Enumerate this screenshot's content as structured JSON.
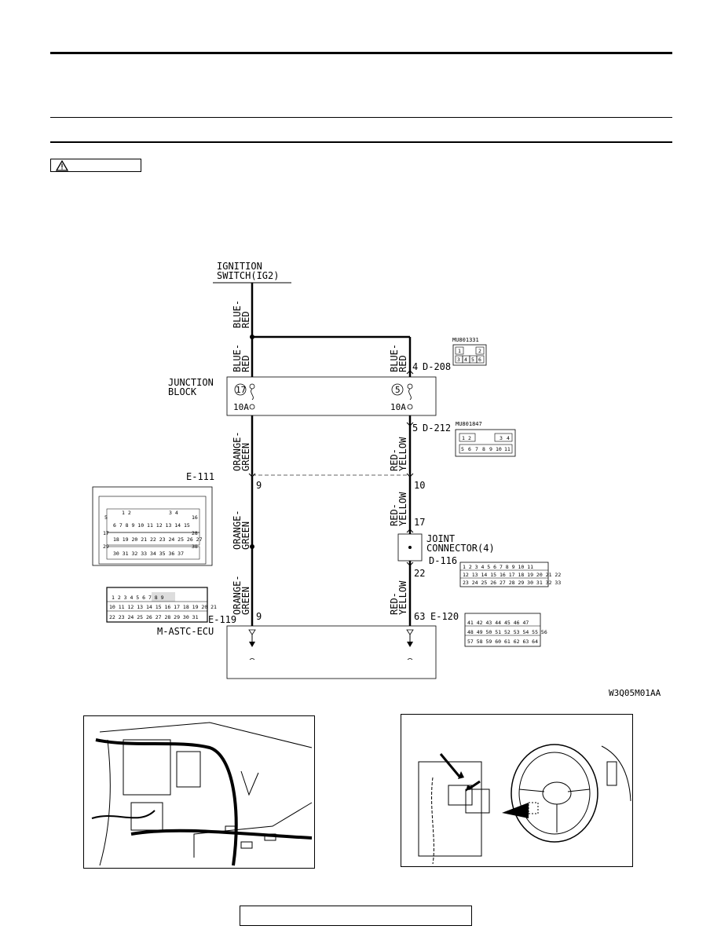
{
  "diagram": {
    "source": {
      "line1": "IGNITION",
      "line2": "SWITCH(IG2)"
    },
    "wires": {
      "blue_red_top": [
        "BLUE-",
        "RED"
      ],
      "blue_red_left": [
        "BLUE-",
        "RED"
      ],
      "blue_red_right": [
        "BLUE-",
        "RED"
      ],
      "orange_green_1": [
        "ORANGE-",
        "GREEN"
      ],
      "orange_green_2": [
        "ORANGE-",
        "GREEN"
      ],
      "orange_green_3": [
        "ORANGE-",
        "GREEN"
      ],
      "red_yellow_1": [
        "RED-",
        "YELLOW"
      ],
      "red_yellow_2": [
        "RED-",
        "YELLOW"
      ],
      "red_yellow_3": [
        "RED-",
        "YELLOW"
      ]
    },
    "junction_block": {
      "label1": "JUNCTION",
      "label2": "BLOCK",
      "fuse_left": "17",
      "fuse_right": "5",
      "rating_left": "10A",
      "rating_right": "10A"
    },
    "connectors": {
      "d208": {
        "pin": "4",
        "name": "D-208",
        "part": "MU801331"
      },
      "d212": {
        "pin": "5",
        "name": "D-212",
        "part": "MU801847"
      },
      "e111": {
        "name": "E-111",
        "pin_left": "9",
        "pin_right": "10"
      },
      "joint": {
        "label1": "JOINT",
        "label2": "CONNECTOR(4)",
        "pin_in": "17",
        "name": "D-116",
        "pin_out": "22"
      },
      "e119": {
        "name": "E-119",
        "pin": "9"
      },
      "e120": {
        "name": "E-120",
        "pin": "63"
      }
    },
    "ecu": {
      "label": "M-ASTC-ECU"
    },
    "code": "W3Q05M01AA"
  },
  "icons": {
    "caution": "warning-triangle-icon"
  }
}
